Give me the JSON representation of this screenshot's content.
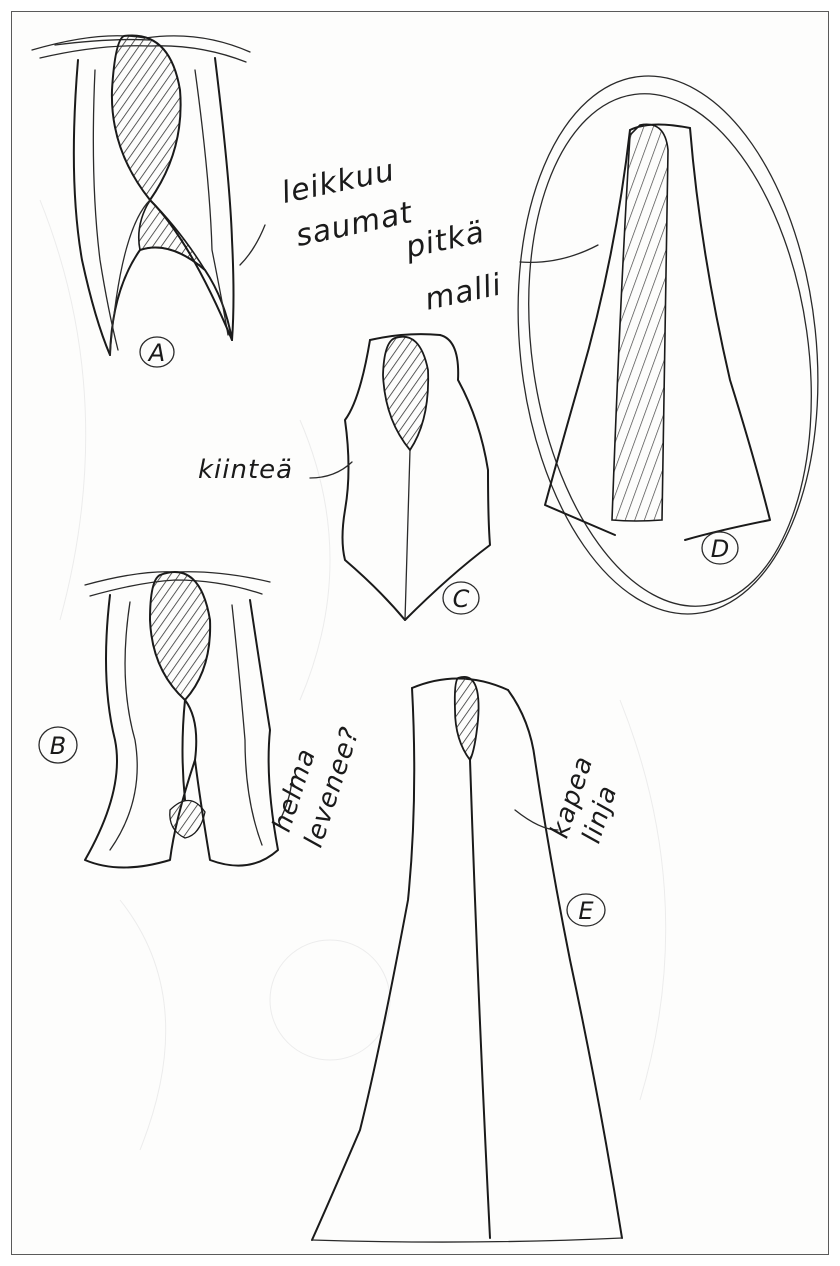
{
  "annotations": {
    "a_note_line1": "leikkuu",
    "a_note_line2": "saumat",
    "d_note_line1": "pitkä",
    "d_note_line2": "malli",
    "c_note": "kiinteä",
    "b_note_line1": "helma",
    "b_note_line2": "levenee?",
    "e_note_line1": "kapea",
    "e_note_line2": "linja"
  },
  "labels": {
    "a": "A",
    "b": "B",
    "c": "C",
    "d": "D",
    "e": "E"
  }
}
